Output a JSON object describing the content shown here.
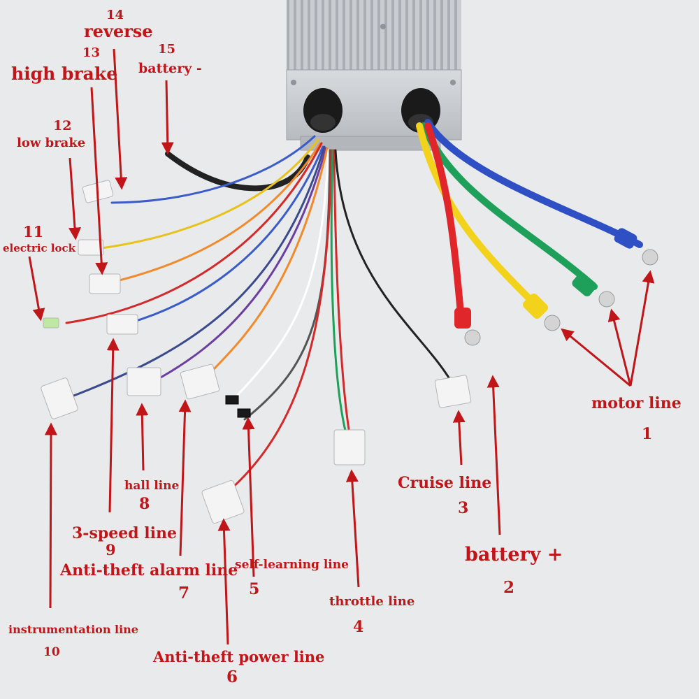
{
  "diagram": {
    "labels": {
      "motor_line": "motor line",
      "motor_num": "1",
      "battery_plus": "battery +",
      "battery_plus_num": "2",
      "cruise": "Cruise line",
      "cruise_num": "3",
      "throttle": "throttle line",
      "throttle_num": "4",
      "self_learning": "self-learning line",
      "self_learning_num": "5",
      "antitheft_power": "Anti-theft power line",
      "antitheft_power_num": "6",
      "antitheft_alarm": "Anti-theft alarm line",
      "antitheft_alarm_num": "7",
      "hall": "hall line",
      "hall_num": "8",
      "three_speed": "3-speed line",
      "three_speed_num": "9",
      "instrumentation": "instrumentation line",
      "instrumentation_num": "10",
      "electric_lock_num": "11",
      "electric_lock": "electric lock",
      "low_brake_num": "12",
      "low_brake": "low brake",
      "high_brake_num": "13",
      "high_brake": "high brake",
      "reverse_num": "14",
      "reverse": "reverse",
      "battery_minus_num": "15",
      "battery_minus": "battery -"
    },
    "colors": {
      "annotation": "#c0161a",
      "background": "#e9eaec",
      "wire_red": "#e0262a",
      "wire_yellow": "#f2d21a",
      "wire_green": "#1ea05a",
      "wire_blue": "#2f4fc4",
      "wire_black": "#222222"
    }
  }
}
